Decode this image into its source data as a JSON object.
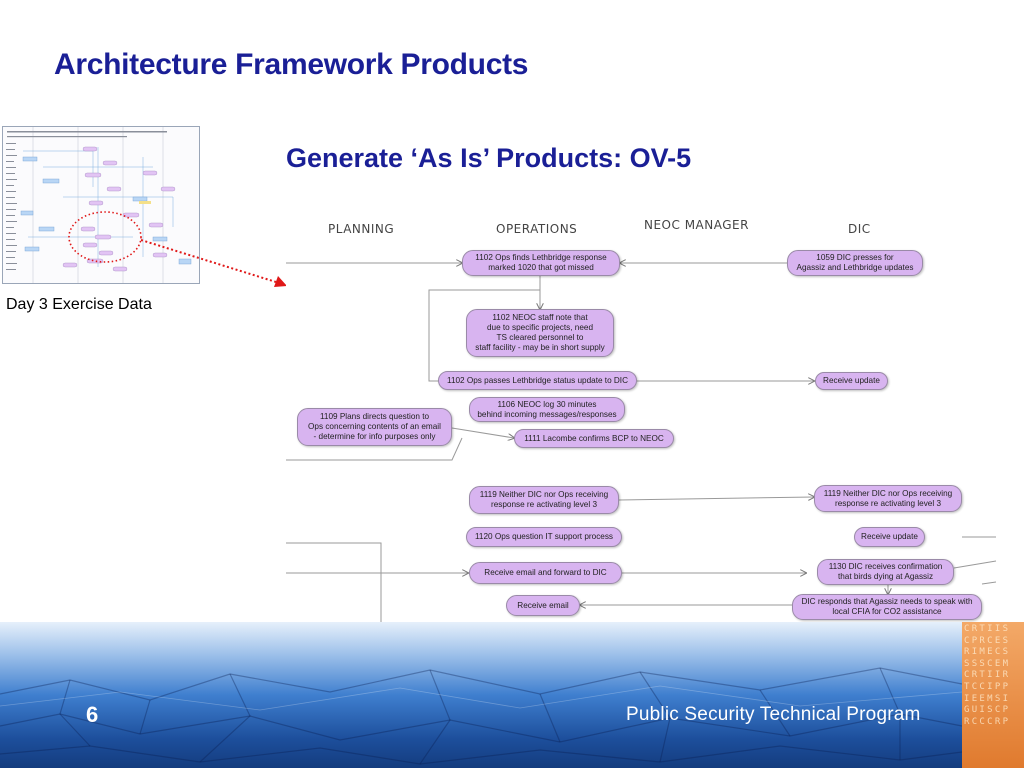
{
  "title": "Architecture Framework Products",
  "subtitle": "Generate ‘As Is’ Products:  OV-5",
  "thumbnail": {
    "caption": "Day 3 Exercise Data"
  },
  "lanes": [
    "PLANNING",
    "OPERATIONS",
    "NEOC MANAGER",
    "DIC"
  ],
  "nodes": [
    "1102 Ops finds Lethbridge response\nmarked 1020 that got missed",
    "1059 DIC presses for\nAgassiz and Lethbridge updates",
    "1102 NEOC staff note that\ndue to specific projects, need\nTS cleared personnel to\nstaff facility - may be in short supply",
    "1102 Ops passes Lethbridge status update to DIC",
    "Receive update",
    "1106 NEOC log 30 minutes\nbehind incoming messages/responses",
    "1109 Plans directs question to\nOps concerning contents of an email\n- determine for info purposes only",
    "1111 Lacombe confirms BCP to NEOC",
    "1119 Neither DIC nor Ops receiving\nresponse re activating level 3",
    "1119 Neither DIC nor Ops receiving\nresponse re activating level 3",
    "1120 Ops question IT support process",
    "Receive update",
    "Receive email and forward to DIC",
    "1130 DIC receives confirmation\nthat birds dying at Agassiz",
    "Receive email",
    "DIC responds that Agassiz needs to speak with\nlocal CFIA for CO2 assistance"
  ],
  "footer": {
    "page_number": "6",
    "program": "Public Security Technical Program",
    "deco_letters": "CRTIIS CPRCES RIMECS SSSCEM CRTIIR TCCIPP IEEMSI GUISCP RCCCRP"
  },
  "colors": {
    "title": "#1a1f96",
    "node_fill": "#d8b4f0",
    "arrow_red": "#e01818"
  }
}
